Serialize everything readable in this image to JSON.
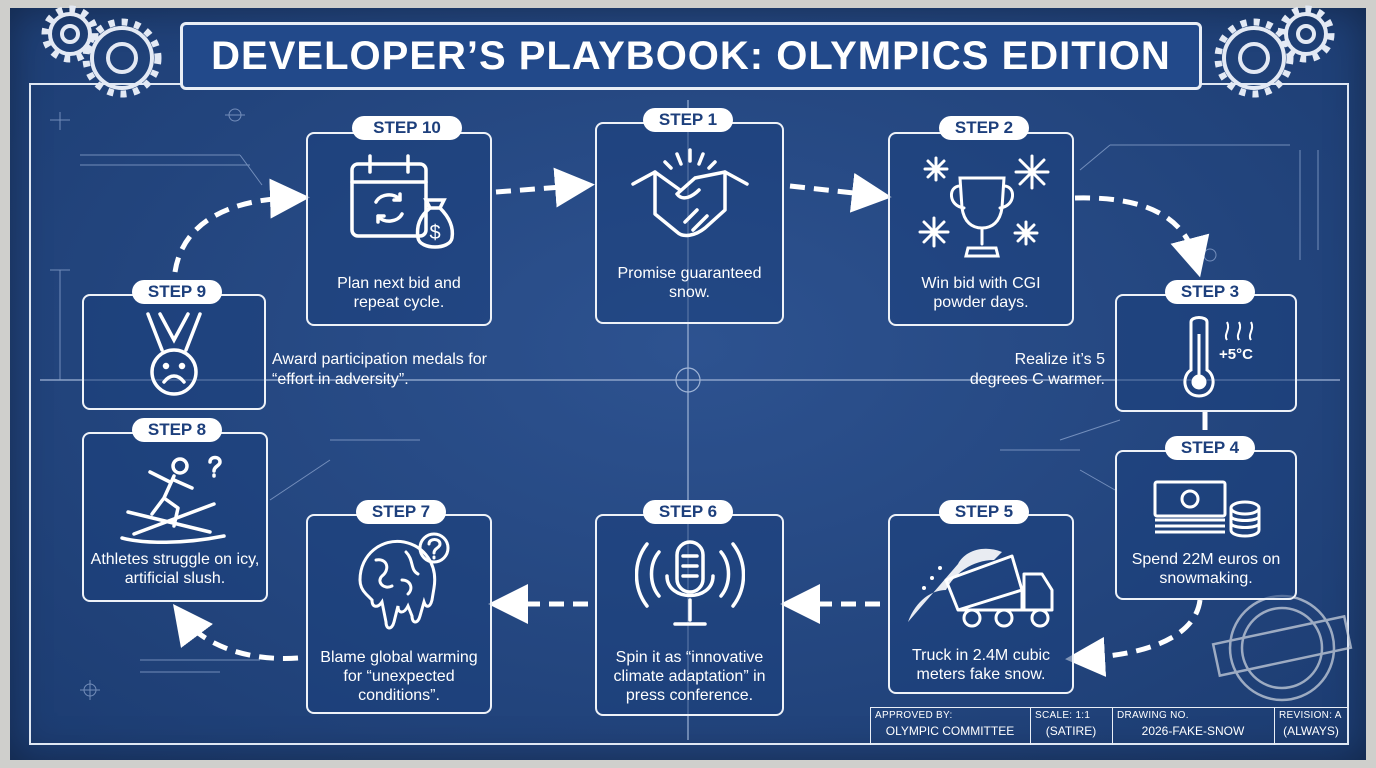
{
  "title": "DEVELOPER’S PLAYBOOK: OLYMPICS EDITION",
  "steps": [
    {
      "label": "STEP 1",
      "text": "Promise guaranteed snow.",
      "icon": "handshake-icon"
    },
    {
      "label": "STEP 2",
      "text": "Win bid with CGI powder days.",
      "icon": "trophy-snowflakes-icon"
    },
    {
      "label": "STEP 3",
      "text": "Realize it’s 5 degrees C warmer.",
      "icon": "thermometer-icon",
      "badge": "+5°C"
    },
    {
      "label": "STEP 4",
      "text": "Spend 22M euros on snowmaking.",
      "icon": "money-stack-icon"
    },
    {
      "label": "STEP 5",
      "text": "Truck in 2.4M cubic meters fake snow.",
      "icon": "dump-truck-icon"
    },
    {
      "label": "STEP 6",
      "text": "Spin it as “innovative climate adaptation” in press conference.",
      "icon": "microphone-icon"
    },
    {
      "label": "STEP 7",
      "text": "Blame global warming for “unexpected conditions”.",
      "icon": "melting-globe-icon"
    },
    {
      "label": "STEP 8",
      "text": "Athletes struggle on icy, artificial slush.",
      "icon": "skier-icon"
    },
    {
      "label": "STEP 9",
      "text": "Award participation medals for “effort in adversity”.",
      "icon": "sad-medal-icon"
    },
    {
      "label": "STEP 10",
      "text": "Plan next bid and repeat cycle.",
      "icon": "calendar-money-icon"
    }
  ],
  "title_block": {
    "approved_label": "APPROVED BY:",
    "approved_value": "OLYMPIC COMMITTEE",
    "scale_label": "SCALE: 1:1",
    "scale_value": "(SATIRE)",
    "drawing_label": "DRAWING NO.",
    "drawing_value": "2026-FAKE-SNOW",
    "revision_label": "REVISION: A",
    "revision_value": "(ALWAYS)"
  },
  "colors": {
    "background": "#22498a",
    "line": "#ffffff",
    "frame": "#cfcfcc"
  }
}
